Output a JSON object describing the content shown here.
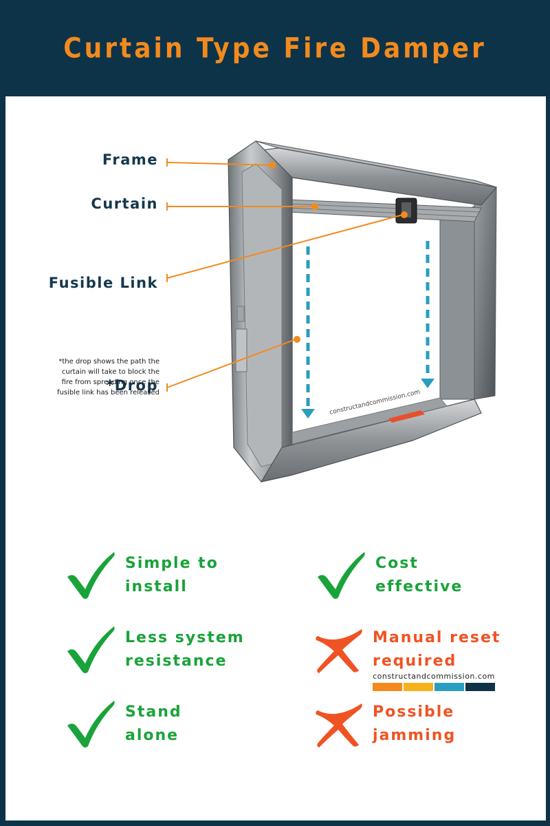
{
  "title": "Curtain Type Fire Damper",
  "labels": {
    "frame": "Frame",
    "curtain": "Curtain",
    "fusible_link": "Fusible Link",
    "drop": "*Drop"
  },
  "watermark": "constructandcommission.com",
  "note": "*the drop shows the path the curtain will take to block the fire from spreading once the fusible link has been released",
  "features": [
    {
      "kind": "pro",
      "line1": "Simple to",
      "line2": "install",
      "icon": "check-icon"
    },
    {
      "kind": "pro",
      "line1": "Cost",
      "line2": "effective",
      "icon": "check-icon"
    },
    {
      "kind": "pro",
      "line1": "Less system",
      "line2": "resistance",
      "icon": "check-icon"
    },
    {
      "kind": "con",
      "line1": "Manual reset",
      "line2": "required",
      "icon": "cross-icon"
    },
    {
      "kind": "pro",
      "line1": "Stand",
      "line2": "alone",
      "icon": "check-icon"
    },
    {
      "kind": "con",
      "line1": "Possible",
      "line2": "jamming",
      "icon": "cross-icon"
    }
  ],
  "brand": {
    "url": "constructandcommission.com",
    "bar_colors": [
      "#f28a1e",
      "#f7b21b",
      "#2a9dc0",
      "#0d3349"
    ]
  },
  "colors": {
    "navy": "#0d3349",
    "orange": "#f28a1e",
    "green": "#19a33a",
    "red_orange": "#f05323",
    "drop_blue": "#2a9dc0"
  }
}
